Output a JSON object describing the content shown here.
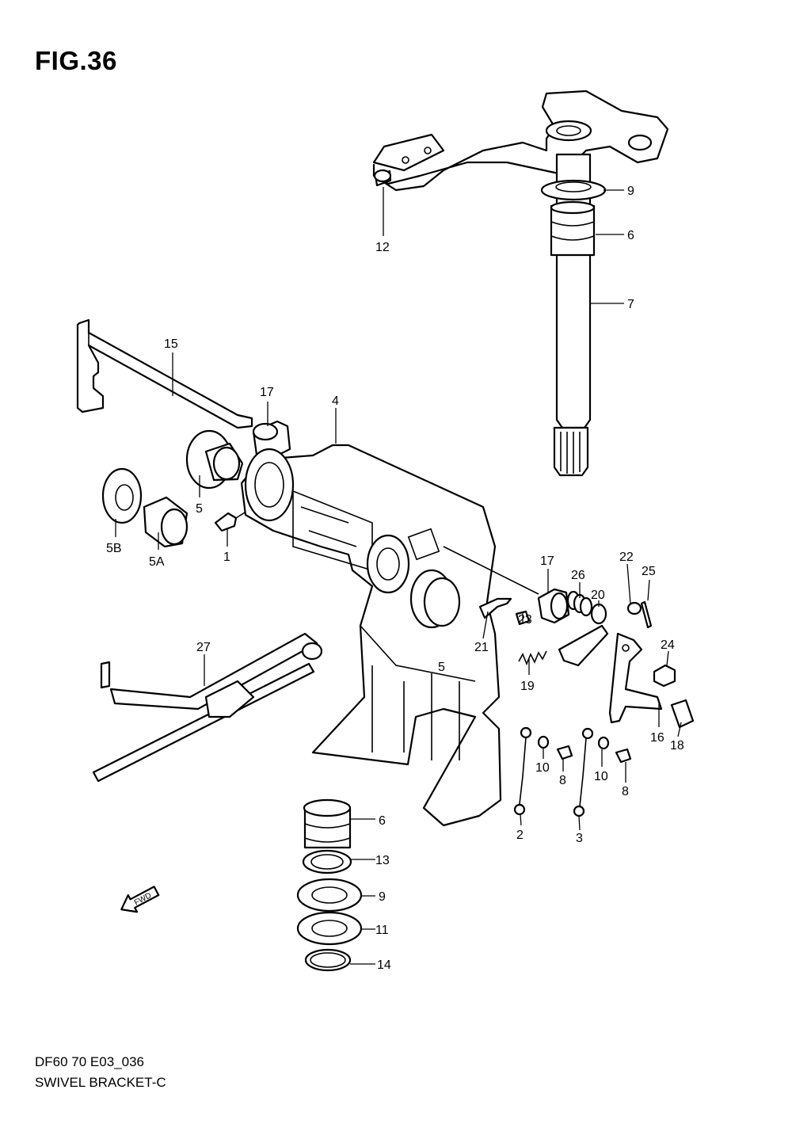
{
  "figure_title": "FIG.36",
  "footer": {
    "code": "DF60 70 E03_036",
    "name": "SWIVEL BRACKET-C"
  },
  "fwd_label": "FWD",
  "callouts": [
    {
      "id": "c9-top",
      "label": "9"
    },
    {
      "id": "c6-top",
      "label": "6"
    },
    {
      "id": "c7",
      "label": "7"
    },
    {
      "id": "c12",
      "label": "12"
    },
    {
      "id": "c15",
      "label": "15"
    },
    {
      "id": "c17-left",
      "label": "17"
    },
    {
      "id": "c4",
      "label": "4"
    },
    {
      "id": "c5-left",
      "label": "5"
    },
    {
      "id": "c5b",
      "label": "5B"
    },
    {
      "id": "c5a",
      "label": "5A"
    },
    {
      "id": "c1",
      "label": "1"
    },
    {
      "id": "c17-right",
      "label": "17"
    },
    {
      "id": "c26",
      "label": "26"
    },
    {
      "id": "c22",
      "label": "22"
    },
    {
      "id": "c25",
      "label": "25"
    },
    {
      "id": "c20",
      "label": "20"
    },
    {
      "id": "c23",
      "label": "23"
    },
    {
      "id": "c21",
      "label": "21"
    },
    {
      "id": "c5-mid",
      "label": "5"
    },
    {
      "id": "c19",
      "label": "19"
    },
    {
      "id": "c24",
      "label": "24"
    },
    {
      "id": "c27",
      "label": "27"
    },
    {
      "id": "c16",
      "label": "16"
    },
    {
      "id": "c18",
      "label": "18"
    },
    {
      "id": "c10-left",
      "label": "10"
    },
    {
      "id": "c8-left",
      "label": "8"
    },
    {
      "id": "c10-right",
      "label": "10"
    },
    {
      "id": "c8-right",
      "label": "8"
    },
    {
      "id": "c2",
      "label": "2"
    },
    {
      "id": "c3",
      "label": "3"
    },
    {
      "id": "c6-bottom",
      "label": "6"
    },
    {
      "id": "c13",
      "label": "13"
    },
    {
      "id": "c9-bottom",
      "label": "9"
    },
    {
      "id": "c11",
      "label": "11"
    },
    {
      "id": "c14",
      "label": "14"
    }
  ]
}
